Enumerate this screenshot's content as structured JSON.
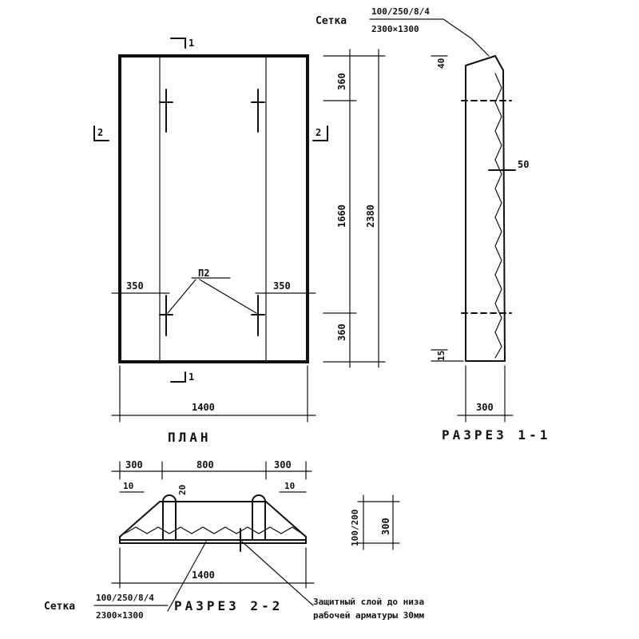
{
  "top_mesh": {
    "label": "Сетка",
    "numerator": "100/250/8/4",
    "denominator": "2300×1300"
  },
  "plan": {
    "title": "ПЛАН",
    "section_marks": {
      "top": "1",
      "bottom": "1",
      "left": "2",
      "right": "2"
    },
    "edge_offset_left": "350",
    "edge_offset_right": "350",
    "loop_label": "П2",
    "width": "1400",
    "dim_top": "360",
    "dim_middle": "1660",
    "dim_bottom": "360",
    "dim_total": "2380"
  },
  "section_1": {
    "title": "РАЗРЕЗ 1-1",
    "dim_top": "40",
    "dim_side": "50",
    "dim_bottom": "15",
    "dim_width": "300"
  },
  "section_2": {
    "title": "РАЗРЕЗ 2-2",
    "dim_left": "300",
    "dim_middle": "800",
    "dim_right": "300",
    "dim_edge_left": "10",
    "dim_edge_right": "10",
    "dim_loop": "20",
    "dim_width": "1400",
    "dim_height_left": "100/200",
    "dim_height_right": "300"
  },
  "bottom_mesh": {
    "label": "Сетка",
    "numerator": "100/250/8/4",
    "denominator": "2300×1300"
  },
  "note": {
    "line1": "Защитный слой до низа",
    "line2": "рабочей арматуры 30мм"
  }
}
